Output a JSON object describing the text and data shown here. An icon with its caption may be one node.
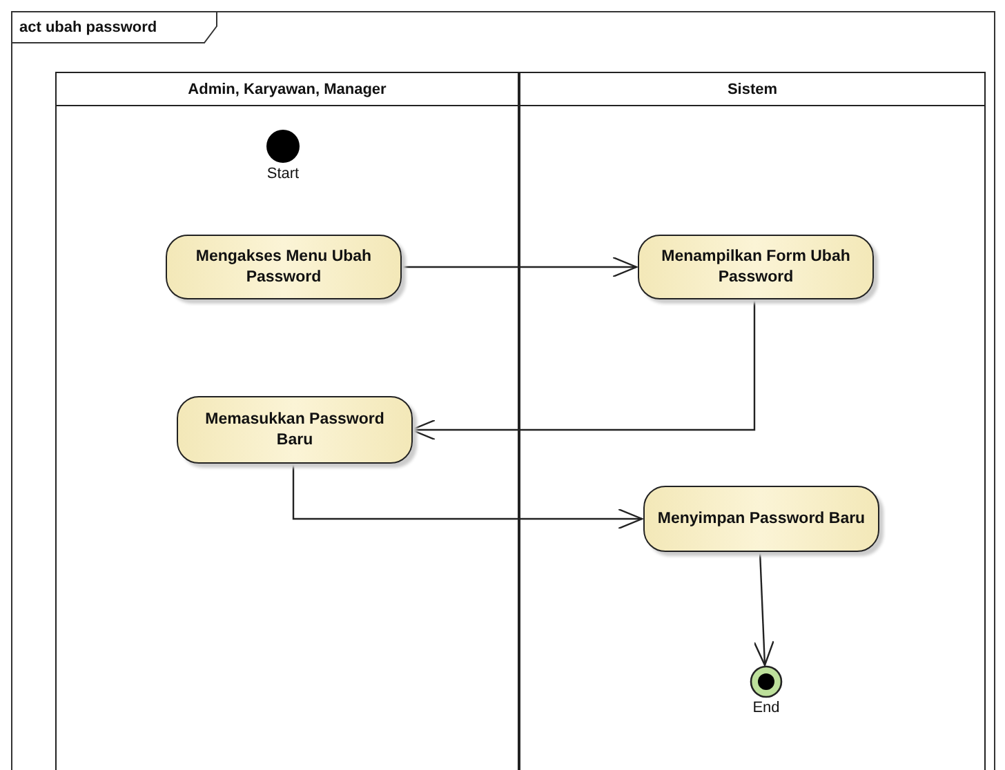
{
  "diagram": {
    "title": "act ubah password",
    "nodes": [
      {
        "text": [
          "Admin, Karyawan, Manager"
        ]
      },
      {
        "text": [
          "Sistem"
        ]
      },
      {
        "text": [],
        "shape": "circle",
        "beside": [
          "Start"
        ],
        "in": 0
      },
      {
        "text": [
          "Mengakses Menu Ubah Password"
        ],
        "in": 0
      },
      {
        "text": [
          "Menampilkan Form Ubah Password"
        ],
        "in": 1
      },
      {
        "text": [
          "Memasukkan Password Baru"
        ],
        "in": 0
      },
      {
        "text": [
          "Menyimpan Password Baru"
        ],
        "in": 1
      },
      {
        "text": [],
        "shape": "circle",
        "beside": [
          "End"
        ],
        "in": 1
      }
    ],
    "edges": [
      {
        "from": 3,
        "to": 4,
        "arrow": "to"
      },
      {
        "from": 4,
        "to": 5,
        "arrow": "to"
      },
      {
        "from": 5,
        "to": 6,
        "arrow": "to"
      },
      {
        "from": 6,
        "to": 7,
        "arrow": "to"
      }
    ]
  }
}
